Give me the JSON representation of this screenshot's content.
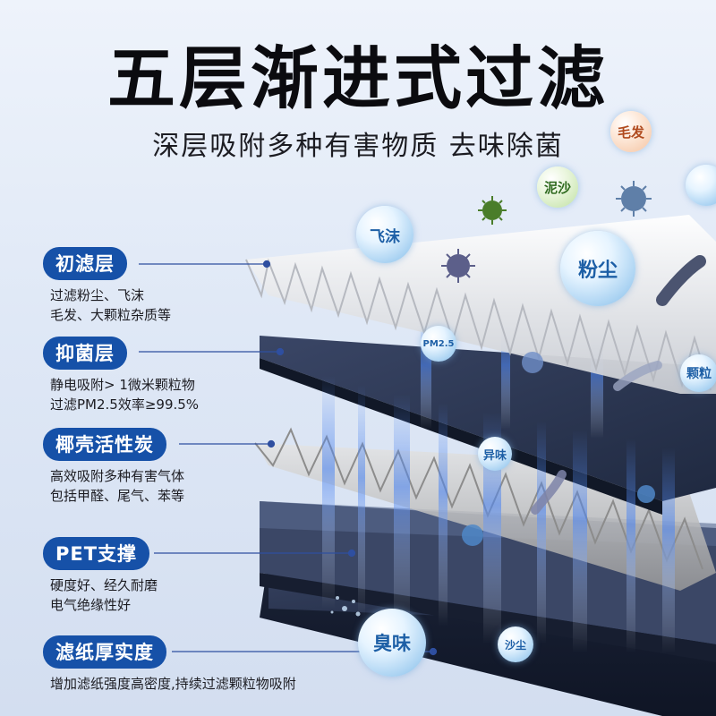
{
  "header": {
    "title": "五层渐进式过滤",
    "subtitle": "深层吸附多种有害物质 去味除菌"
  },
  "layers": [
    {
      "name": "初滤层",
      "desc": [
        "过滤粉尘、飞沫",
        "毛发、大颗粒杂质等"
      ]
    },
    {
      "name": "抑菌层",
      "desc": [
        "静电吸附> 1微米颗粒物",
        "过滤PM2.5效率≥99.5%"
      ]
    },
    {
      "name": "椰壳活性炭",
      "desc": [
        "高效吸附多种有害气体",
        "包括甲醛、尾气、苯等"
      ]
    },
    {
      "name": "PET支撑",
      "desc": [
        "硬度好、经久耐磨",
        "电气绝缘性好"
      ]
    },
    {
      "name": "滤纸厚实度",
      "desc": [
        "增加滤纸强度高密度,持续过滤颗粒物吸附"
      ]
    }
  ],
  "particles": {
    "hair": "毛发",
    "sand": "泥沙",
    "droplet": "飞沫",
    "dust": "粉尘",
    "pm25": "PM2.5",
    "particle": "颗粒",
    "odor": "异味",
    "smell": "臭味",
    "sand_small": "沙尘"
  },
  "colors": {
    "pill": "#1651a8",
    "dark_layer": "#2a3550",
    "glow": "#2f6ee0"
  }
}
